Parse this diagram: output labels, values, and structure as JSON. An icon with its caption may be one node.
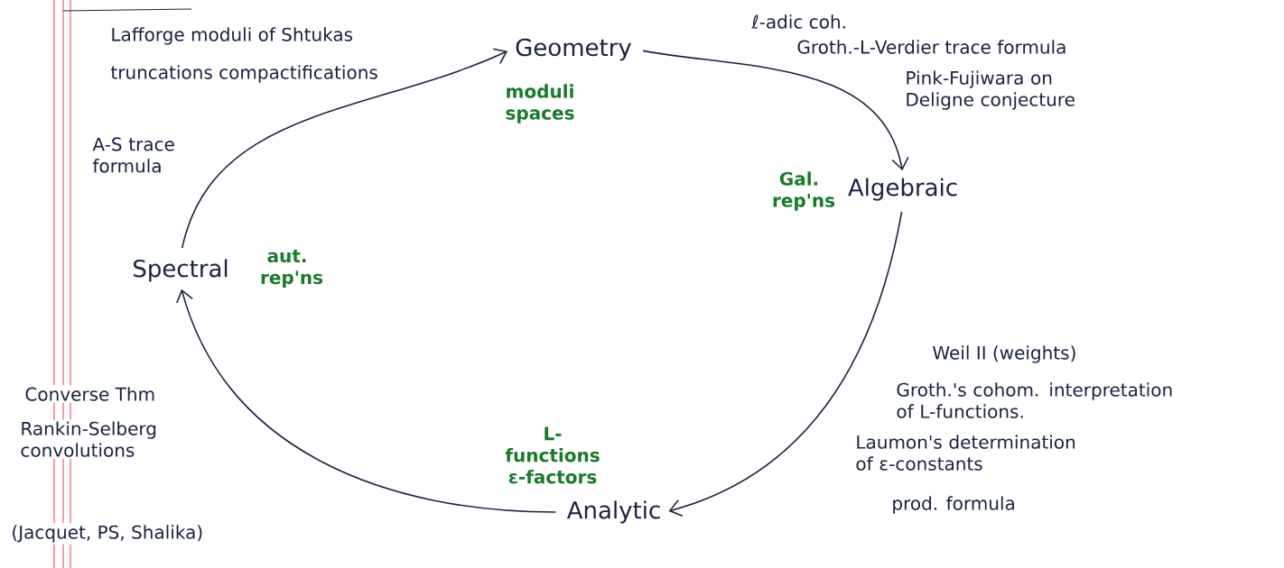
{
  "diagram": {
    "nodes": [
      {
        "text": [
          "Geometry"
        ],
        "beside": [
          "moduli spaces"
        ]
      },
      {
        "text": [
          "Algebraic"
        ],
        "beside": [
          "Gal. rep'ns"
        ]
      },
      {
        "text": [
          "Analytic"
        ],
        "beside": [
          "L-functions ε-factors"
        ]
      },
      {
        "text": [
          "Spectral"
        ],
        "beside": [
          "aut. rep'ns"
        ]
      }
    ],
    "edges": [
      {
        "from": 3,
        "to": 0,
        "arrow": "to"
      },
      {
        "from": 0,
        "to": 1,
        "arrow": "to"
      },
      {
        "from": 1,
        "to": 2,
        "arrow": "to"
      },
      {
        "from": 2,
        "to": 3,
        "arrow": "to"
      }
    ],
    "labels": [
      "Lafforge moduli of Shtukas",
      "truncations compactifications",
      "A-S trace formula",
      "ℓ-adic coh.",
      "Groth.-L-Verdier trace formula",
      "Pink-Fujiwara on Deligne conjecture",
      "Weil II (weights)",
      "Groth.'s cohom. interpretation of L-functions.",
      "Laumon's determination of ε-constants",
      "prod. formula",
      "Converse Thm",
      "Rankin-Selberg convolutions",
      "(Jacquet, PS, Shalika)"
    ]
  }
}
